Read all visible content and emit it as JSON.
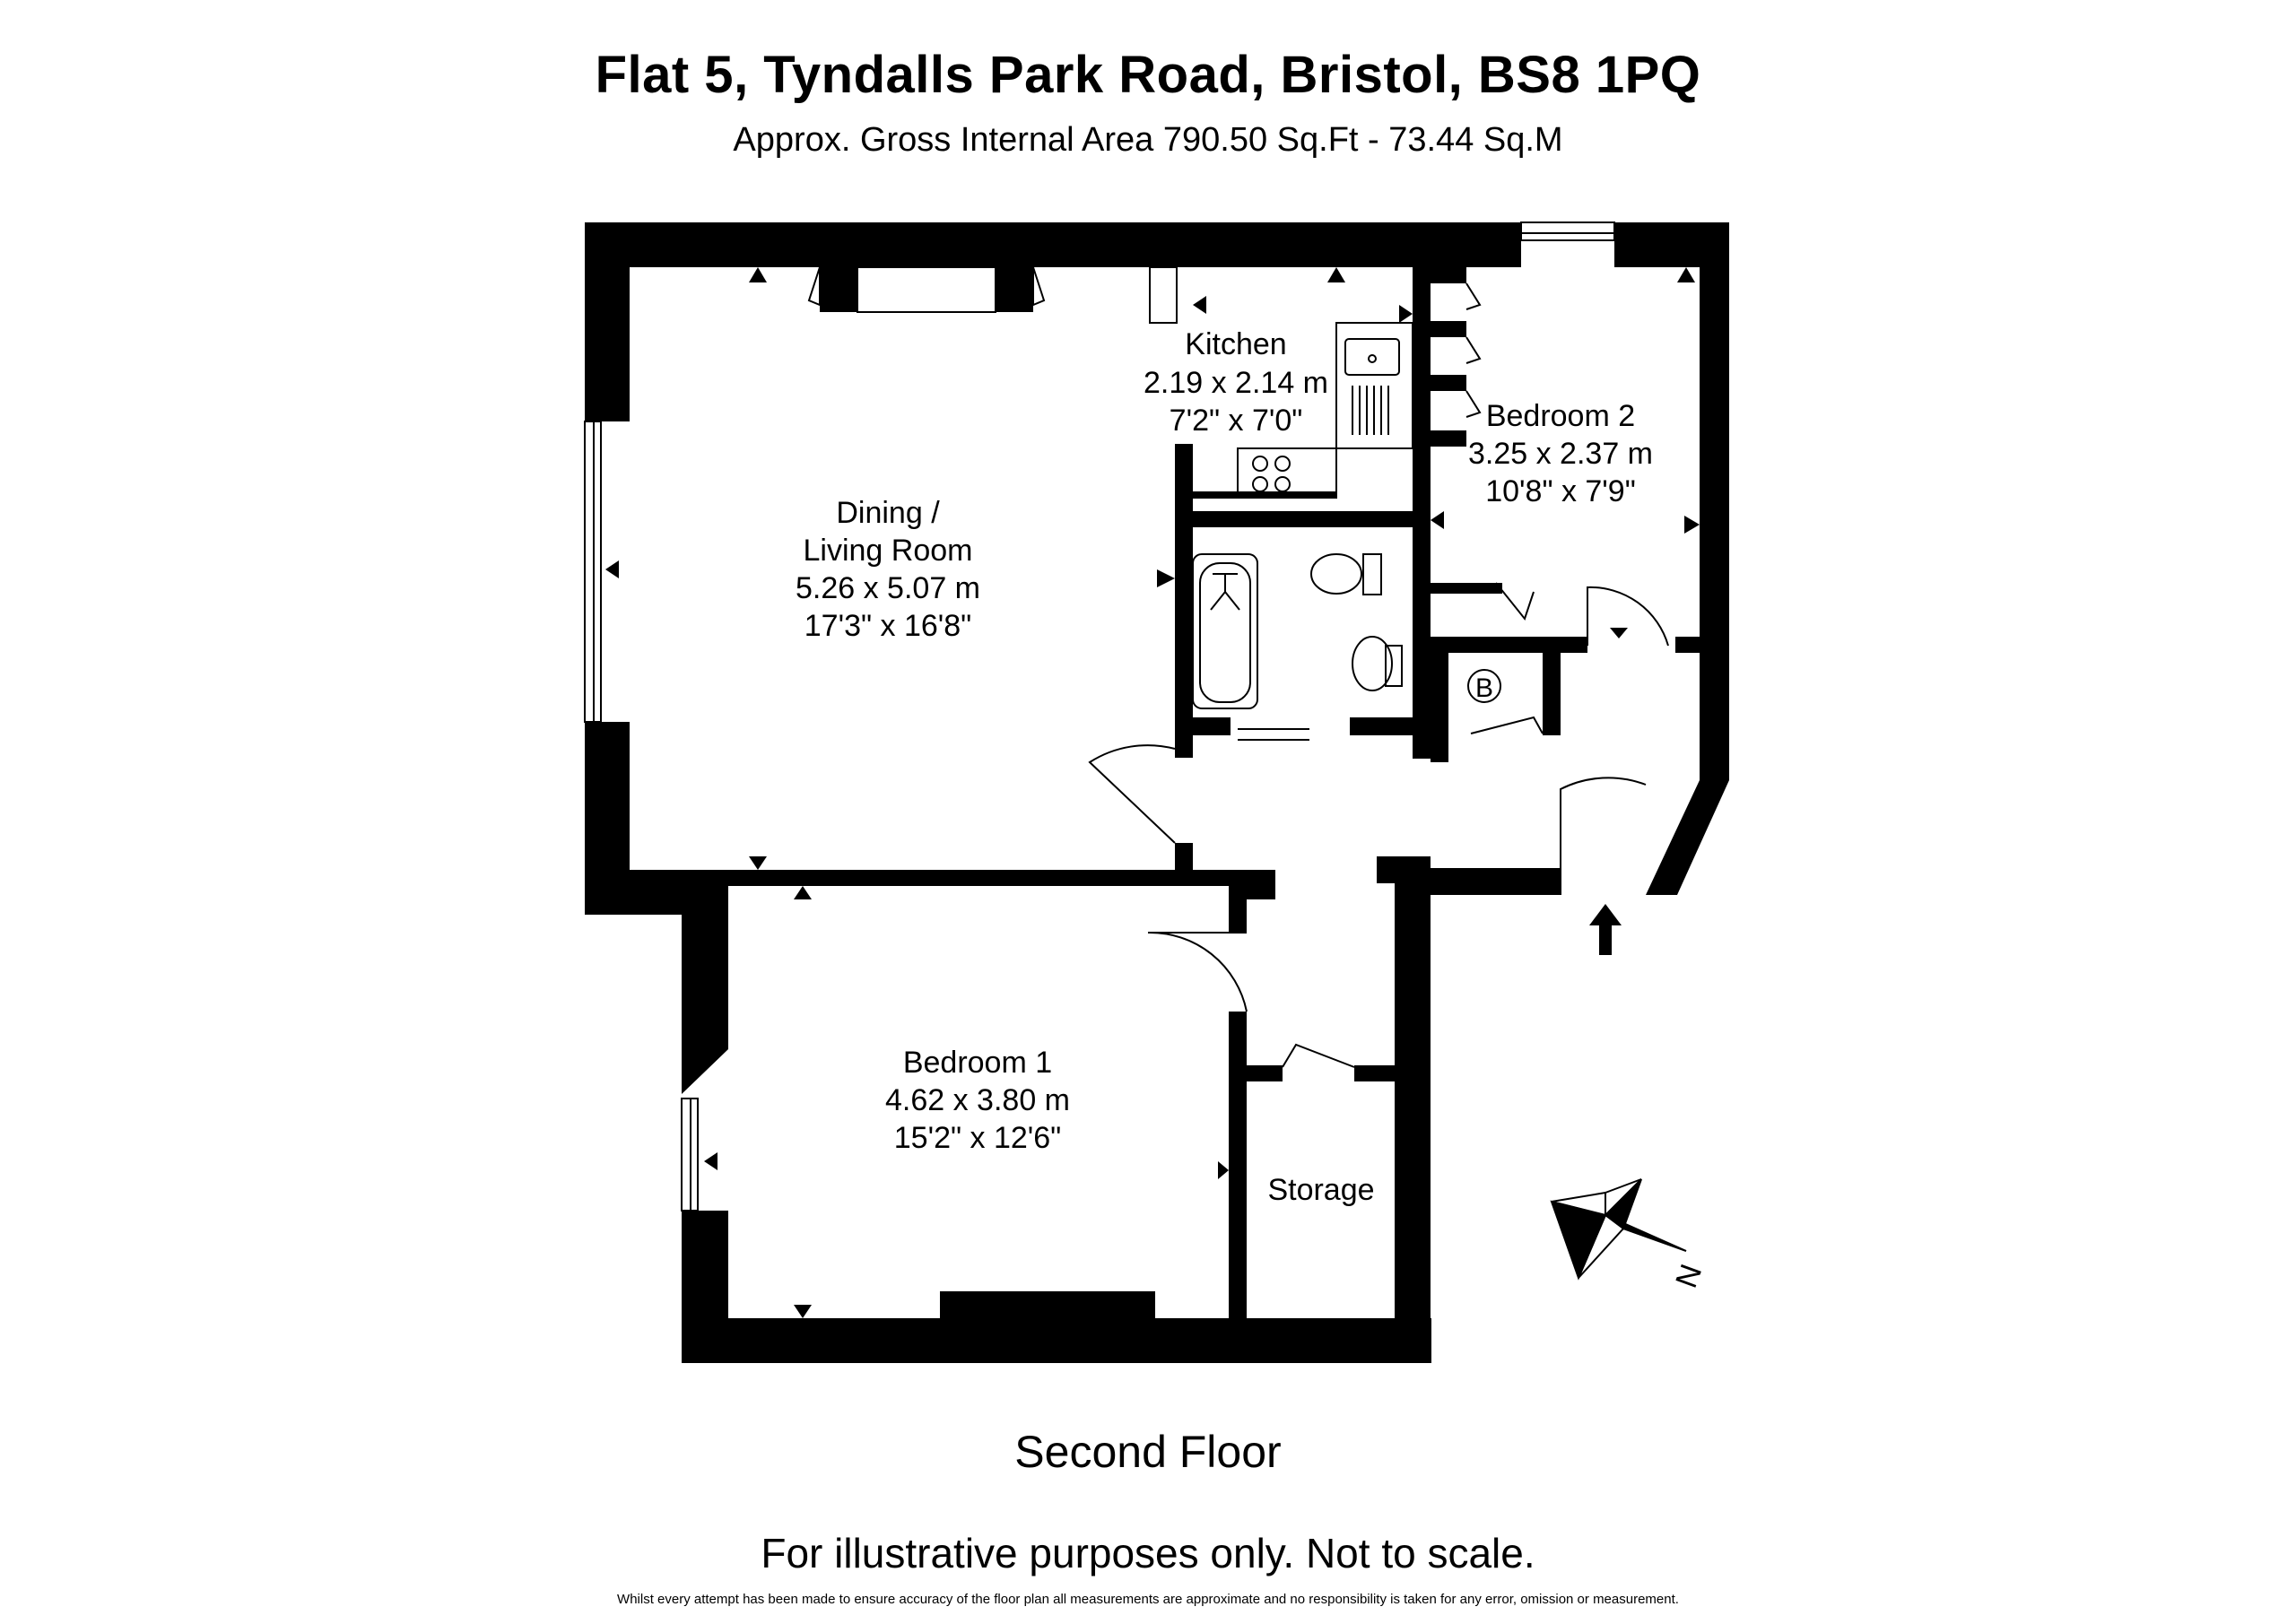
{
  "header": {
    "title": "Flat 5, Tyndalls Park Road, Bristol, BS8 1PQ",
    "subtitle": "Approx. Gross Internal Area 790.50 Sq.Ft - 73.44 Sq.M"
  },
  "rooms": {
    "kitchen": {
      "name": "Kitchen",
      "metric": "2.19 x 2.14 m",
      "imperial": "7'2\" x 7'0\""
    },
    "bedroom2": {
      "name": "Bedroom 2",
      "metric": "3.25 x 2.37 m",
      "imperial": "10'8\" x 7'9\""
    },
    "dining": {
      "name_line1": "Dining /",
      "name_line2": "Living Room",
      "metric": "5.26 x 5.07 m",
      "imperial": "17'3\" x 16'8\""
    },
    "bedroom1": {
      "name": "Bedroom 1",
      "metric": "4.62 x 3.80 m",
      "imperial": "15'2\" x 12'6\""
    },
    "storage": {
      "name": "Storage"
    },
    "boiler": {
      "symbol": "B"
    }
  },
  "compass": {
    "north_label": "N"
  },
  "footer": {
    "floor": "Second Floor",
    "disclaimer": "For illustrative purposes only. Not to scale.",
    "small_print": "Whilst every attempt has been made to ensure accuracy of the floor plan all measurements are approximate and no responsibility is taken for any error, omission or measurement."
  }
}
